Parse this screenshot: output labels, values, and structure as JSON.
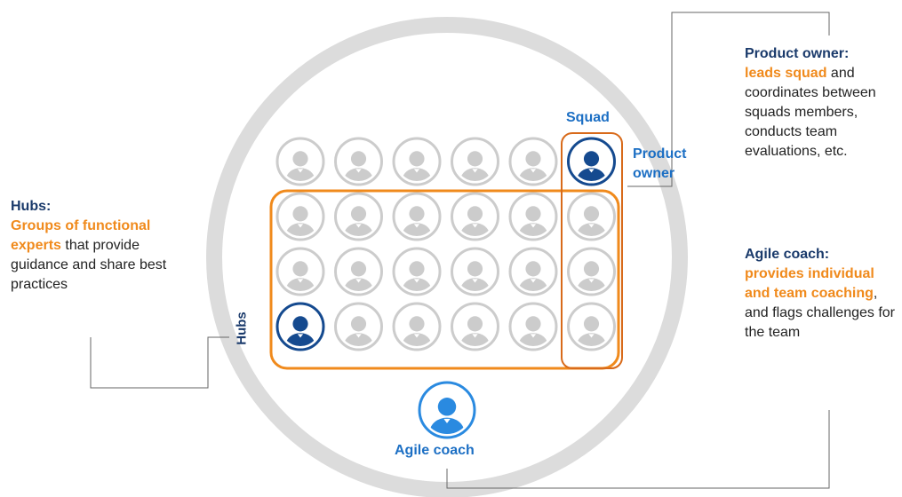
{
  "labels": {
    "squad": "Squad",
    "product_owner_line1": "Product",
    "product_owner_line2": "owner",
    "agile_coach": "Agile coach",
    "hubs": "Hubs"
  },
  "hubs_text": {
    "title": "Hubs:",
    "highlight": "Groups of functional experts",
    "rest": " that provide guidance and share best practices"
  },
  "product_owner_text": {
    "title": "Product owner:",
    "highlight": "leads squad",
    "rest": " and coordinates between squads members, conducts team evaluations, etc."
  },
  "agile_coach_text": {
    "title": "Agile coach:",
    "highlight": "provides individual and team coaching",
    "rest": ", and flags challenges for the team"
  },
  "colors": {
    "navy": "#1a3a6b",
    "orange": "#f08a1c",
    "squad_border": "#d86a1a",
    "blue_label": "#1c6fc4",
    "icon_gray": "#cccccc",
    "icon_dark": "#154a8f",
    "icon_light": "#2a8ae0",
    "circle_ring": "#dcdcdc"
  },
  "grid": {
    "rows": 4,
    "cols": 6,
    "highlighted": [
      {
        "row": 0,
        "col": 5,
        "style": "dark",
        "role": "product-owner"
      },
      {
        "row": 3,
        "col": 0,
        "style": "dark",
        "role": "hub-lead"
      }
    ]
  }
}
